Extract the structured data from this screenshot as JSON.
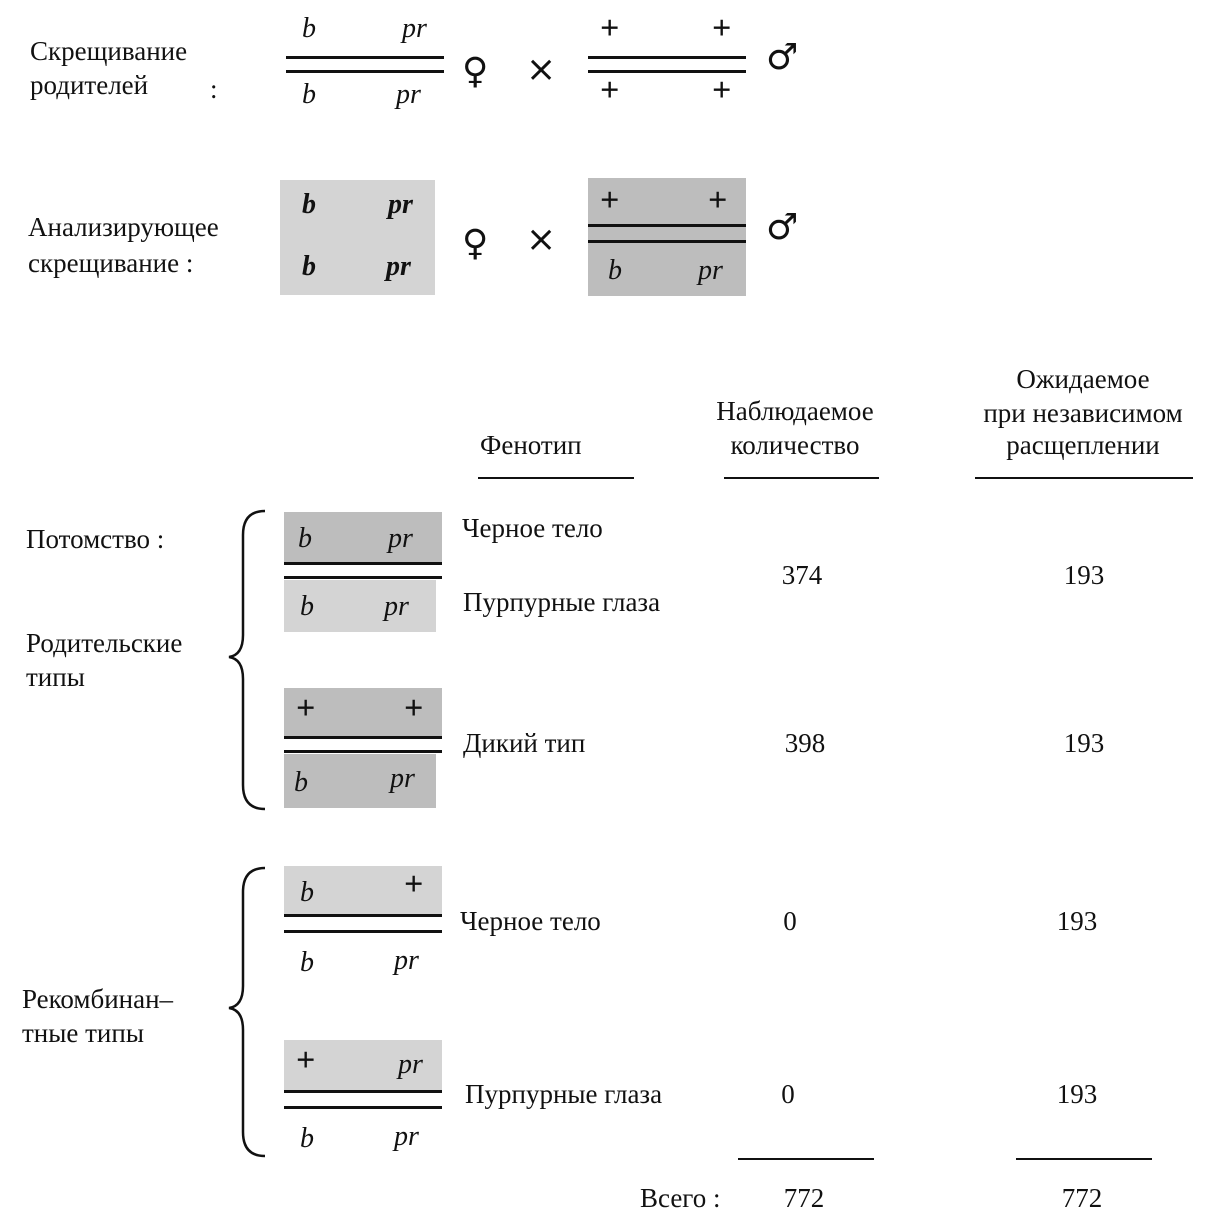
{
  "cross_parents": {
    "label_line1": "Скрещивание",
    "label_line2": "родителей",
    "colon": ":",
    "female": {
      "top_left": "b",
      "top_right": "pr",
      "bottom_left": "b",
      "bottom_right": "pr"
    },
    "male": {
      "top_left": "+",
      "top_right": "+",
      "bottom_left": "+",
      "bottom_right": "+"
    },
    "female_symbol": "♀",
    "cross_symbol": "×",
    "male_symbol": "♂"
  },
  "test_cross": {
    "label_line1": "Анализирующее",
    "label_line2": "скрещивание :",
    "female": {
      "top_left": "b",
      "top_right": "pr",
      "bottom_left": "b",
      "bottom_right": "pr"
    },
    "male": {
      "top_left": "+",
      "top_right": "+",
      "bottom_left": "b",
      "bottom_right": "pr"
    },
    "female_symbol": "♀",
    "cross_symbol": "×",
    "male_symbol": "♂"
  },
  "table": {
    "headers": {
      "phenotype": "Фенотип",
      "observed_line1": "Наблюдаемое",
      "observed_line2": "количество",
      "expected_line1": "Ожидаемое",
      "expected_line2": "при независимом",
      "expected_line3": "расщеплении"
    },
    "progeny_label": "Потомство :",
    "parental_label_line1": "Родительские",
    "parental_label_line2": "типы",
    "recombinant_label_line1": "Рекомбинан–",
    "recombinant_label_line2": "тные типы",
    "rows": [
      {
        "top_left": "b",
        "top_right": "pr",
        "bottom_left": "b",
        "bottom_right": "pr",
        "phenotype_line1": "Черное тело",
        "phenotype_line2": "Пурпурные глаза",
        "observed": "374",
        "expected": "193"
      },
      {
        "top_left": "+",
        "top_right": "+",
        "bottom_left": "b",
        "bottom_right": "pr",
        "phenotype_line1": "Дикий тип",
        "observed": "398",
        "expected": "193"
      },
      {
        "top_left": "b",
        "top_right": "+",
        "bottom_left": "b",
        "bottom_right": "pr",
        "phenotype_line1": "Черное тело",
        "observed": "0",
        "expected": "193"
      },
      {
        "top_left": "+",
        "top_right": "pr",
        "bottom_left": "b",
        "bottom_right": "pr",
        "phenotype_line1": "Пурпурные глаза",
        "observed": "0",
        "expected": "193"
      }
    ],
    "total_label": "Всего :",
    "total_observed": "772",
    "total_expected": "772"
  }
}
